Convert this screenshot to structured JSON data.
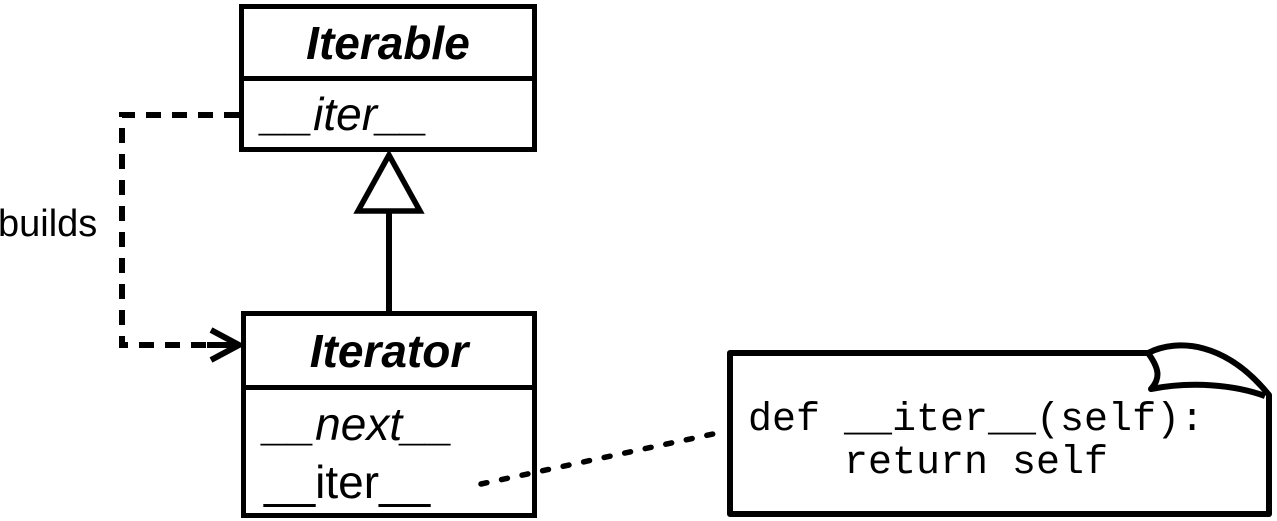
{
  "diagram": {
    "type": "uml-class-diagram",
    "colors": {
      "line": "#000000",
      "background": "#ffffff"
    },
    "classes": [
      {
        "name": "Iterable",
        "members": [
          {
            "label": "__iter__",
            "abstract": true
          }
        ]
      },
      {
        "name": "Iterator",
        "members": [
          {
            "label": "__next__",
            "abstract": true
          },
          {
            "label": "__iter__",
            "abstract": false
          }
        ]
      }
    ],
    "relationships": [
      {
        "type": "inheritance",
        "from": "Iterator",
        "to": "Iterable"
      },
      {
        "type": "dependency",
        "from": "Iterable.__iter__",
        "to": "Iterator",
        "label": "builds"
      },
      {
        "type": "note-anchor",
        "from": "Iterator.__iter__",
        "to": "note"
      }
    ],
    "labels": {
      "builds": "builds"
    },
    "note": {
      "code": "def __iter__(self):\n    return self"
    }
  }
}
